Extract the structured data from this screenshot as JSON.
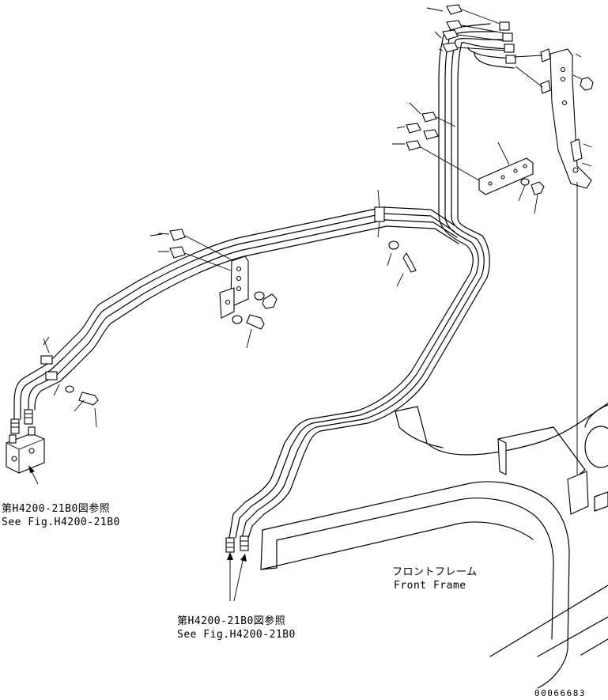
{
  "references": {
    "left_jp": "第H4200-21B0図参照",
    "left_en": "See Fig.H4200-21B0",
    "bottom_jp": "第H4200-21B0図参照",
    "bottom_en": "See Fig.H4200-21B0"
  },
  "frame_label": {
    "jp": "フロントフレーム",
    "en": "Front Frame"
  },
  "drawing_code": "00066683"
}
